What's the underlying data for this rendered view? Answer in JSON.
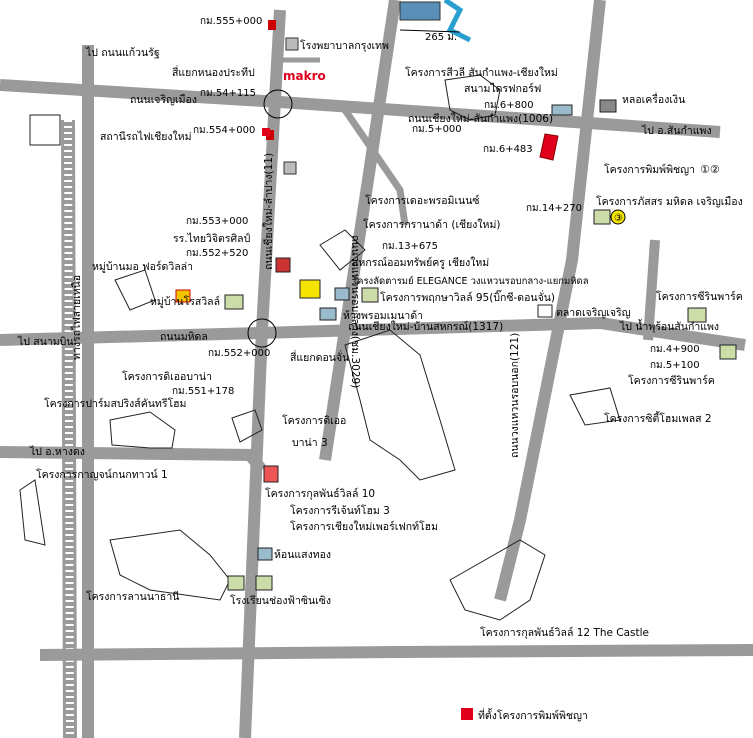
{
  "colors": {
    "road": "#9a9a9a",
    "site": "#e0001b",
    "highlight_circle": "#f4e400",
    "background": "#ffffff",
    "river": "#2aa0d0"
  },
  "distance_label": "265 ม.",
  "makro": "makro",
  "labels": {
    "km_555": "กม.555+000",
    "hospital": "โรงพยาบาลกรุงเทพ",
    "to_kaew_narawat": "ไป ถนนแก้วนรัฐ",
    "intersection_nong_prathip": "สี่แยกหนองประทีป",
    "km_54": "กม.54+115",
    "charoen_muang": "ถนนเจริญเมือง",
    "railway_station": "สถานีรถไฟเชียงใหม่",
    "km_554": "กม.554+000",
    "proj_sirin": "โครงการสีวลี สันกำแพง-เชียงใหม่",
    "driving_range": "สนามไดรฟกอร์ฟ",
    "km_6_800": "กม.6+800",
    "money_factory": "หลอเครื่องเงิน",
    "km_5": "กม.5+000",
    "sankamphaeng_road": "ถนนเชียงใหม่-สันกำแพง(1006)",
    "to_sankamphaeng": "ไป อ.สันกำแพง",
    "km_6_483": "กม.6+483",
    "proj_phim": "โครงการพิมพ์พิชญา",
    "proj_phim_num": "①②",
    "km_14": "กม.14+270",
    "proj_phatsorn": "โครงการภัสสร มหิดล เจริญเมือง",
    "proj_phatsorn_num": "③",
    "proj_terrace": "โครงการเดอะพรอมิเนนซ์",
    "proj_granada": "โครงการกรานาด้า (เชียงใหม่)",
    "km_13": "กม.13+675",
    "coop": "สหกรณ์ออมทรัพย์ครู เชียงใหม่",
    "km_553": "กม.553+000",
    "school_thai": "รร.ไทยวิจิตรศิลป์",
    "km_552_520": "กม.552+520",
    "condo_elegance": "โครงลัดตารมย์ ELEGANCE วงแหวนรอบกลาง-แยกมหิดล",
    "proj_phruksa": "โครงการพฤกษาวิลล์ 95(บิ๊กซี-ดอนจั่น)",
    "mall": "ห้างพรอมเมนาด้า",
    "market": "ตลาดเจริญเจริญ",
    "proj_zirin": "โครงการซีรินพาร์ค",
    "village_banmo": "หมู่บ้านมอ ฟอร์ดวิลล่า",
    "village_rose": "หมู่บ้านโรสวิลล์",
    "to_airport": "ไป สนามบิน",
    "mahidol_road": "ถนนมหิดล",
    "hangdong_road": "ถนนเชียงใหม่-บ้านสหกรณ์(1317)",
    "to_bosang": "ไป น้ำพุร้อนสันกำแพง",
    "km_552": "กม.552+000",
    "intersection_donchan": "สี่แยกดอนจั่น",
    "km_4_900": "กม.4+900",
    "km_5_100": "กม.5+100",
    "proj_zirin2": "โครงการซีรินพาร์ค",
    "proj_de_oak": "โครงการดิเออบาน่า",
    "km_551": "กม.551+178",
    "proj_parm": "โครงการปาร์มสปริงส์คันทรีโฮม",
    "proj_de_oak2": "โครงการดิเออ",
    "bana3": "บาน่า 3",
    "proj_city_home": "โครงการซิตี้โฮมเพลส 2",
    "to_hangdong": "ไป อ.หางดง",
    "proj_kanjana": "โครงการกาญจน์กนกทาวน์ 1",
    "proj_kulphan10": "โครงการกุลพันธ์วิลล์ 10",
    "proj_regent": "โครงการรีเจ้นท์โฮม 3",
    "proj_perfect": "โครงการเชียงใหม่เพอร์เฟกท์โฮม",
    "shop_gold": "ห้อนแสงทอง",
    "proj_lanna": "โครงการลานนาธานี",
    "school_prince": "โรงเรียนช่องฟ้าซินเซิง",
    "proj_castle": "โครงการกุลพันธ์วิลล์ 12 The Castle",
    "ring_road_vertical": "ถนนวงแหวนรอบกลาง(ชม.3029)",
    "ring_road_outer": "ถนนวงแหวนรอบนอก(121)",
    "superhighway": "ถนนเชียงใหม่-ลำปาง(11)",
    "railway": "ทางรถไฟสายเหนือ",
    "legend_site": "ที่ตั้งโครงการพิมพ์พิชญา"
  }
}
